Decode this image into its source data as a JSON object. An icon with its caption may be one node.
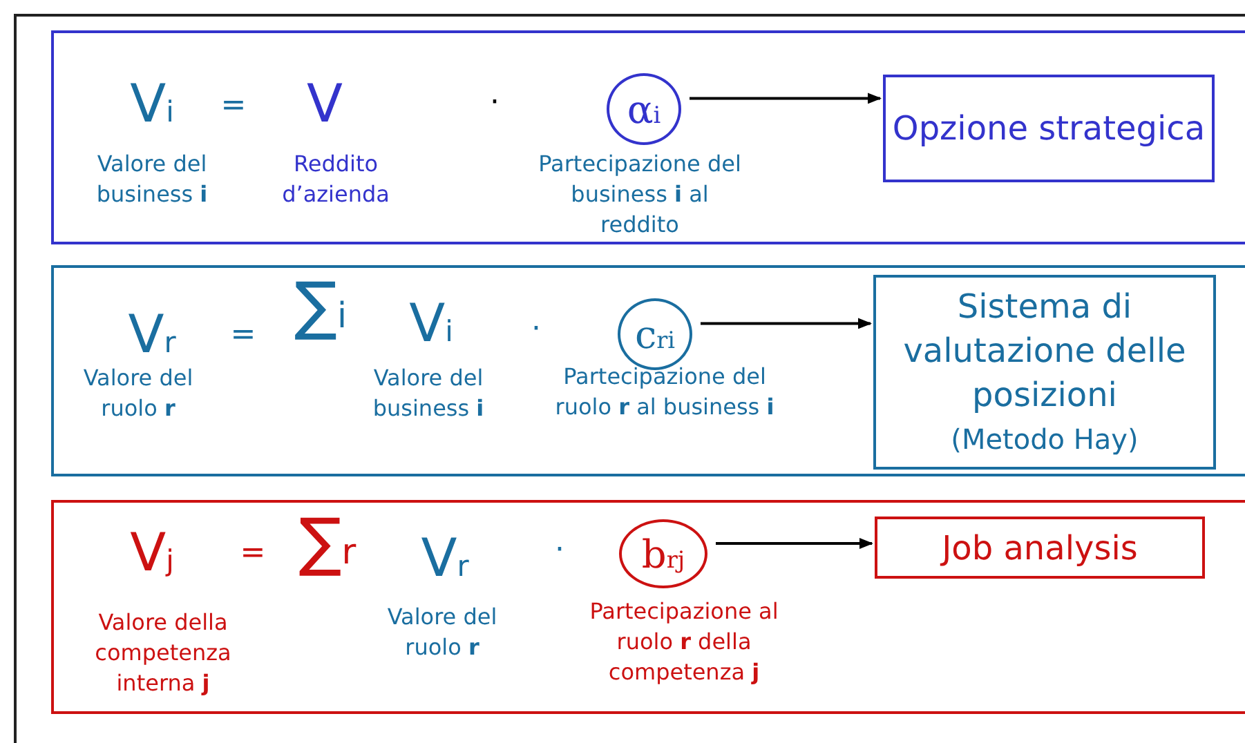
{
  "diagram": {
    "nodes": [
      {
        "text": [],
        "shape": "box"
      },
      {
        "text": [
          "α$_{i}$"
        ],
        "in": 0
      },
      {
        "text": [
          "Opzione strategica"
        ],
        "in": 0
      },
      {
        "text": [],
        "shape": "box"
      },
      {
        "text": [
          "c$_{ri}$"
        ],
        "in": 3
      },
      {
        "text": [
          "Sistema di valutazione delle posizioni",
          "(Metodo Hay)"
        ],
        "in": 3
      },
      {
        "text": [],
        "shape": "box"
      },
      {
        "text": [
          "b$_{rj}$"
        ],
        "in": 6
      },
      {
        "text": [
          "Job analysis"
        ],
        "in": 6
      }
    ],
    "edges": [
      {
        "from": 1,
        "to": 2,
        "arrow": "to"
      },
      {
        "from": 4,
        "to": 5,
        "arrow": "to"
      },
      {
        "from": 7,
        "to": 8,
        "arrow": "to"
      }
    ],
    "labels": [
      "V$_{i}$",
      "=",
      "V",
      "·",
      "Valore del business **i**",
      "Reddito d’azienda",
      "Partecipazione del business **i** al reddito",
      "V$_{r}$",
      "=",
      "∑$_{i}$",
      "V$_{i}$",
      "·",
      "Valore del ruolo **r**",
      "Valore del business **i**",
      "Partecipazione del ruolo **r** al business **i**",
      "V$_{j}$",
      "=",
      "∑$_{r}$",
      "V$_{r}$",
      "·",
      "Valore della competenza interna **j**",
      "Valore del ruolo **r**",
      "Partecipazione al ruolo **r** della competenza **j**"
    ]
  }
}
